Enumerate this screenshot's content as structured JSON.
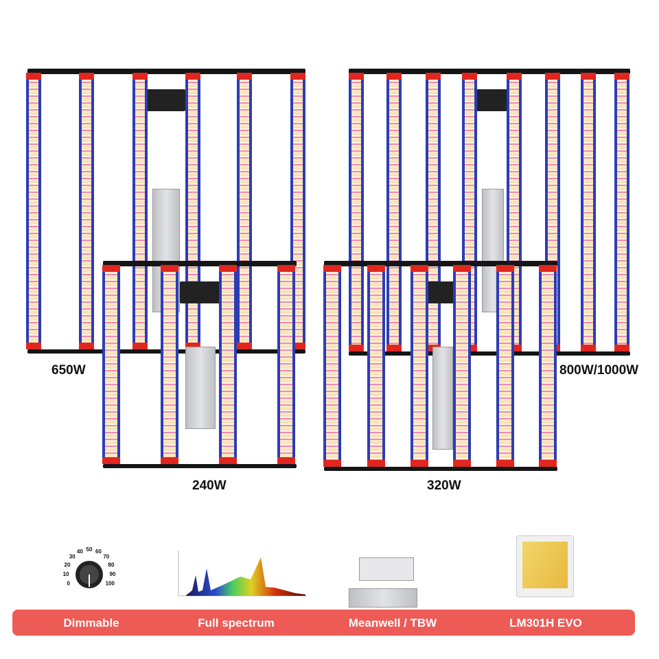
{
  "fixtures": [
    {
      "id": "650w",
      "label": "650W"
    },
    {
      "id": "800w",
      "label": "800W/1000W"
    },
    {
      "id": "240w",
      "label": "240W"
    },
    {
      "id": "320w",
      "label": "320W"
    }
  ],
  "features": [
    {
      "label": "Dimmable",
      "icon": "dimmer-knob-icon"
    },
    {
      "label": "Full spectrum",
      "icon": "spectrum-chart-icon"
    },
    {
      "label": "Meanwell / TBW",
      "icon": "driver-icon"
    },
    {
      "label": "LM301H EVO",
      "icon": "led-chip-icon"
    }
  ],
  "dial_scale": [
    "0",
    "10",
    "20",
    "30",
    "40",
    "50",
    "60",
    "70",
    "80",
    "90",
    "100"
  ],
  "colors": {
    "banner": "#ec5b56",
    "bar_frame": "#2b3db5",
    "bar_cap": "#e0261f",
    "rail": "#151515"
  }
}
